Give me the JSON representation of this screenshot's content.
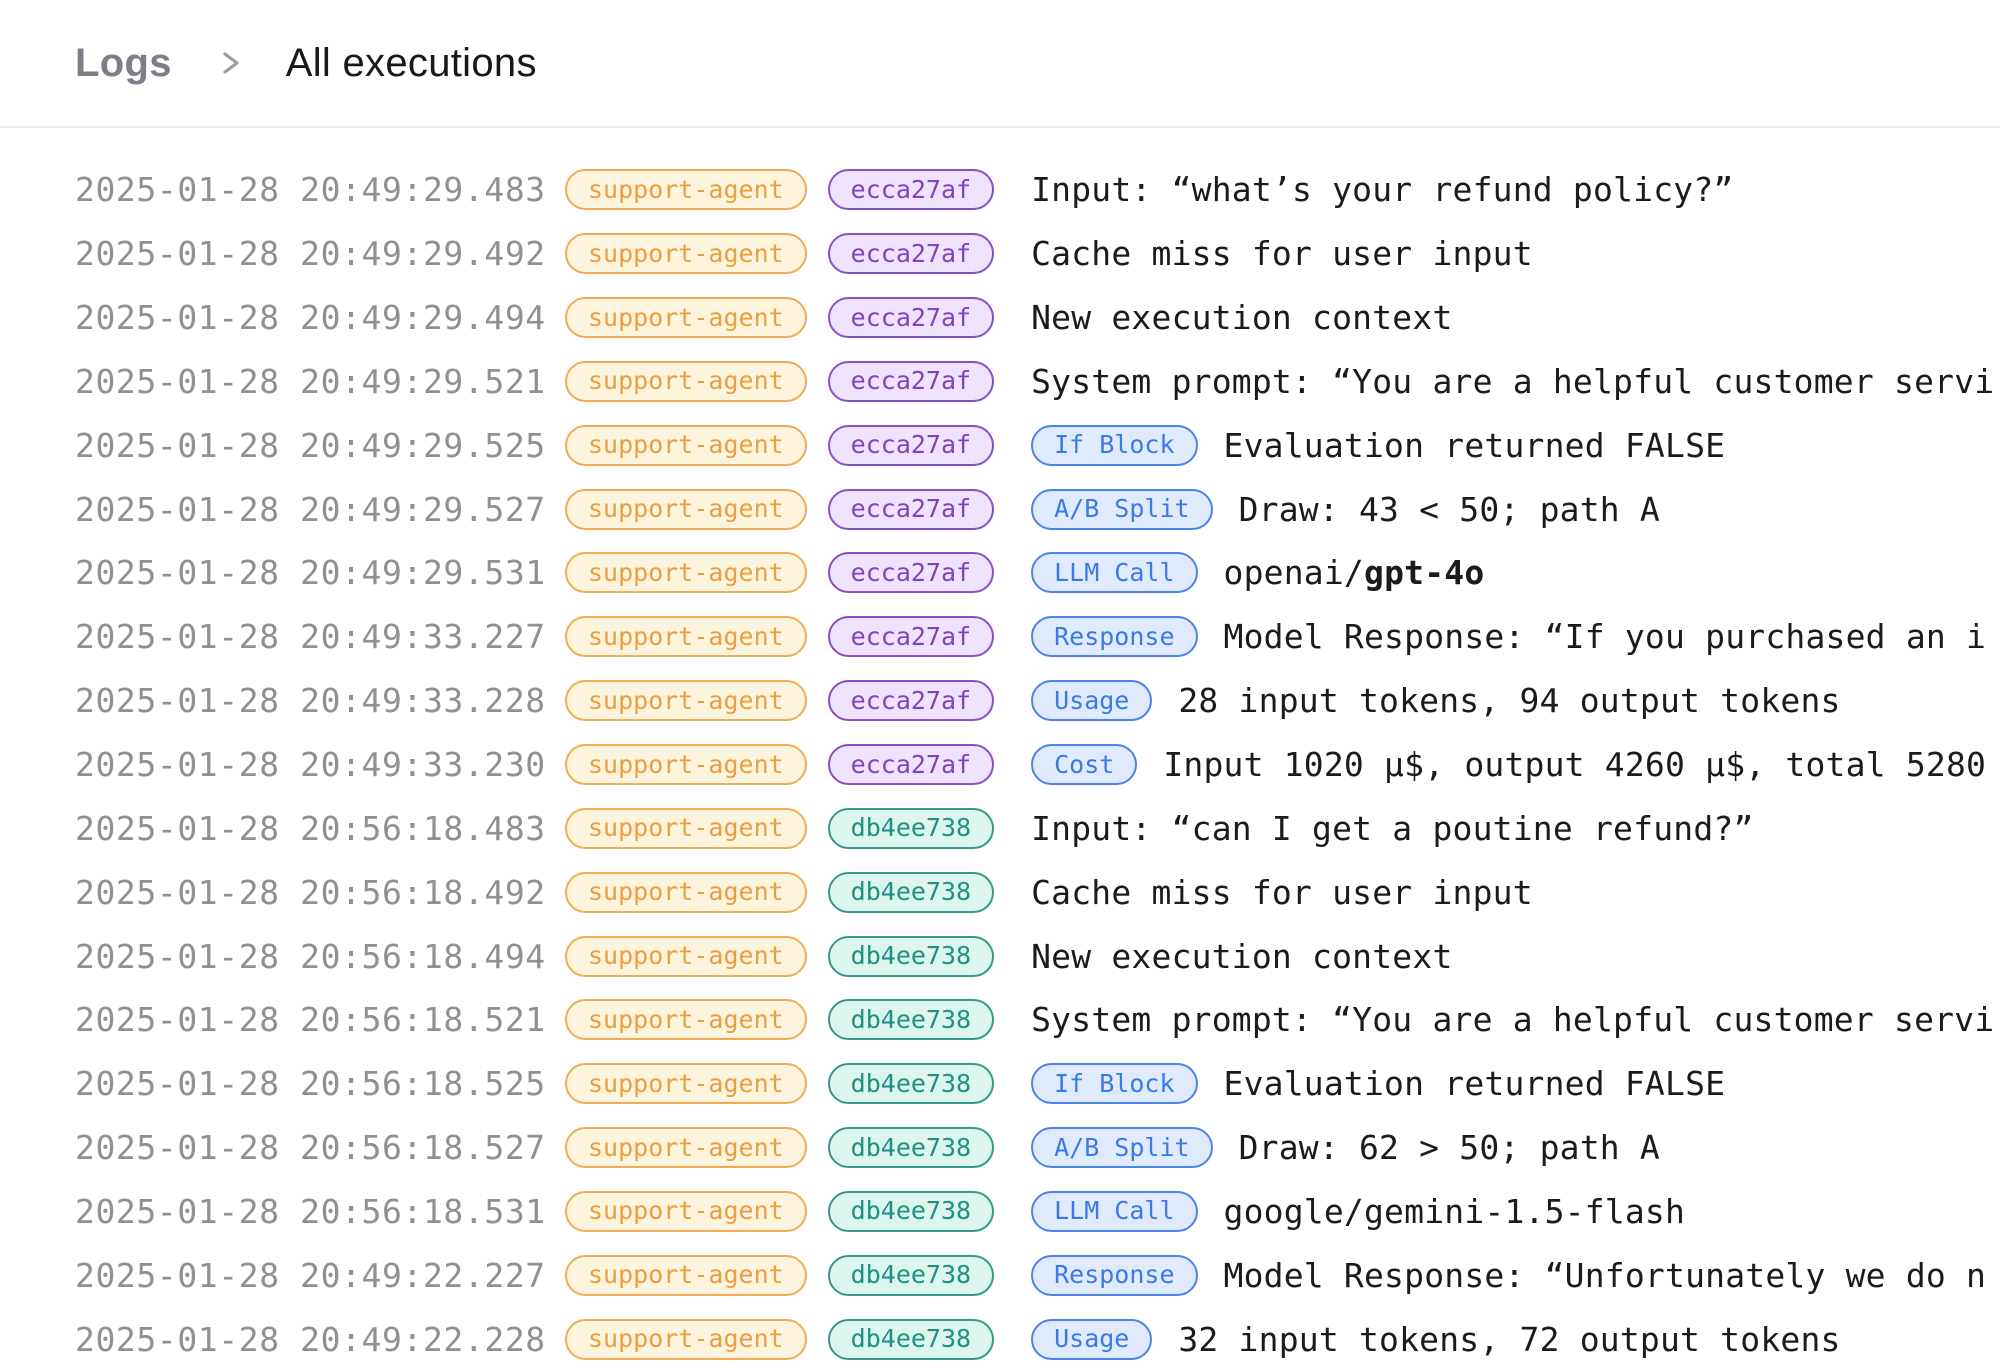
{
  "breadcrumb": {
    "root": "Logs",
    "current": "All executions"
  },
  "colors": {
    "agent_badge_text": "#ee9d3f",
    "agent_badge_bg": "#fcf4dd",
    "execution_purple_text": "#8042be",
    "execution_purple_bg": "#eee2fc",
    "execution_teal_text": "#1d9183",
    "execution_teal_bg": "#dcf6ee",
    "event_type_text": "#3c79e6",
    "event_type_bg": "#dfeafc",
    "timestamp_text": "#8f8f94",
    "message_text": "#1b1b1f"
  },
  "rows": [
    {
      "timestamp": "2025-01-28 20:49:29.483",
      "agent": "support-agent",
      "execution_id": "ecca27af",
      "execution_color": "purple",
      "tag": null,
      "message": "Input: “what’s your refund policy?”",
      "message_bold": null
    },
    {
      "timestamp": "2025-01-28 20:49:29.492",
      "agent": "support-agent",
      "execution_id": "ecca27af",
      "execution_color": "purple",
      "tag": null,
      "message": "Cache miss for user input",
      "message_bold": null
    },
    {
      "timestamp": "2025-01-28 20:49:29.494",
      "agent": "support-agent",
      "execution_id": "ecca27af",
      "execution_color": "purple",
      "tag": null,
      "message": "New execution context",
      "message_bold": null
    },
    {
      "timestamp": "2025-01-28 20:49:29.521",
      "agent": "support-agent",
      "execution_id": "ecca27af",
      "execution_color": "purple",
      "tag": null,
      "message": "System prompt: “You are a helpful customer servi",
      "message_bold": null
    },
    {
      "timestamp": "2025-01-28 20:49:29.525",
      "agent": "support-agent",
      "execution_id": "ecca27af",
      "execution_color": "purple",
      "tag": "If Block",
      "message": "Evaluation returned FALSE",
      "message_bold": null
    },
    {
      "timestamp": "2025-01-28 20:49:29.527",
      "agent": "support-agent",
      "execution_id": "ecca27af",
      "execution_color": "purple",
      "tag": "A/B Split",
      "message": "Draw: 43 < 50; path A",
      "message_bold": null
    },
    {
      "timestamp": "2025-01-28 20:49:29.531",
      "agent": "support-agent",
      "execution_id": "ecca27af",
      "execution_color": "purple",
      "tag": "LLM Call",
      "message": "openai/",
      "message_bold": "gpt-4o"
    },
    {
      "timestamp": "2025-01-28 20:49:33.227",
      "agent": "support-agent",
      "execution_id": "ecca27af",
      "execution_color": "purple",
      "tag": "Response",
      "message": "Model Response: “If you purchased an i",
      "message_bold": null
    },
    {
      "timestamp": "2025-01-28 20:49:33.228",
      "agent": "support-agent",
      "execution_id": "ecca27af",
      "execution_color": "purple",
      "tag": "Usage",
      "message": "28 input tokens, 94 output tokens",
      "message_bold": null
    },
    {
      "timestamp": "2025-01-28 20:49:33.230",
      "agent": "support-agent",
      "execution_id": "ecca27af",
      "execution_color": "purple",
      "tag": "Cost",
      "message": "Input 1020 μ$, output 4260 μ$, total 5280",
      "message_bold": null
    },
    {
      "timestamp": "2025-01-28 20:56:18.483",
      "agent": "support-agent",
      "execution_id": "db4ee738",
      "execution_color": "teal",
      "tag": null,
      "message": "Input: “can I get a poutine refund?”",
      "message_bold": null
    },
    {
      "timestamp": "2025-01-28 20:56:18.492",
      "agent": "support-agent",
      "execution_id": "db4ee738",
      "execution_color": "teal",
      "tag": null,
      "message": "Cache miss for user input",
      "message_bold": null
    },
    {
      "timestamp": "2025-01-28 20:56:18.494",
      "agent": "support-agent",
      "execution_id": "db4ee738",
      "execution_color": "teal",
      "tag": null,
      "message": "New execution context",
      "message_bold": null
    },
    {
      "timestamp": "2025-01-28 20:56:18.521",
      "agent": "support-agent",
      "execution_id": "db4ee738",
      "execution_color": "teal",
      "tag": null,
      "message": "System prompt: “You are a helpful customer servi",
      "message_bold": null
    },
    {
      "timestamp": "2025-01-28 20:56:18.525",
      "agent": "support-agent",
      "execution_id": "db4ee738",
      "execution_color": "teal",
      "tag": "If Block",
      "message": "Evaluation returned FALSE",
      "message_bold": null
    },
    {
      "timestamp": "2025-01-28 20:56:18.527",
      "agent": "support-agent",
      "execution_id": "db4ee738",
      "execution_color": "teal",
      "tag": "A/B Split",
      "message": "Draw: 62 > 50; path A",
      "message_bold": null
    },
    {
      "timestamp": "2025-01-28 20:56:18.531",
      "agent": "support-agent",
      "execution_id": "db4ee738",
      "execution_color": "teal",
      "tag": "LLM Call",
      "message": "google/gemini-1.5-flash",
      "message_bold": null
    },
    {
      "timestamp": "2025-01-28 20:49:22.227",
      "agent": "support-agent",
      "execution_id": "db4ee738",
      "execution_color": "teal",
      "tag": "Response",
      "message": "Model Response: “Unfortunately we do n",
      "message_bold": null
    },
    {
      "timestamp": "2025-01-28 20:49:22.228",
      "agent": "support-agent",
      "execution_id": "db4ee738",
      "execution_color": "teal",
      "tag": "Usage",
      "message": "32 input tokens, 72 output tokens",
      "message_bold": null
    }
  ]
}
